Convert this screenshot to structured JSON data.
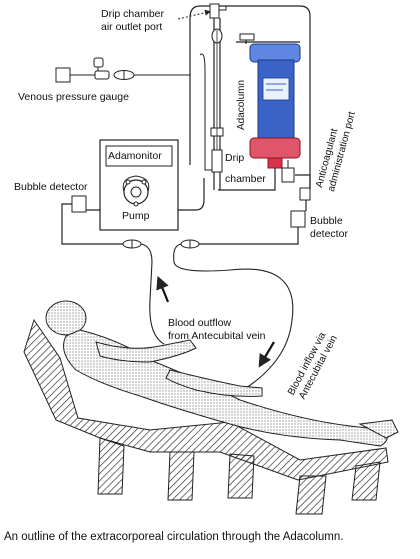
{
  "labels": {
    "drip_chamber_air_outlet": [
      "Drip chamber",
      "air outlet port"
    ],
    "venous_pressure_gauge": "Venous pressure gauge",
    "adamonitor": "Adamonitor",
    "bubble_detector_left": "Bubble detector",
    "pump": "Pump",
    "drip_chamber": [
      "Drip",
      "chamber"
    ],
    "adacolumn": "Adacolumn",
    "anticoagulant_port": [
      "Anticoagulant",
      "administration port"
    ],
    "bubble_detector_right": [
      "Bubble",
      "detector"
    ],
    "blood_outflow": [
      "Blood outflow",
      "from Antecubital vein"
    ],
    "blood_inflow": [
      "Blood inflow via",
      "Antecubital vein"
    ]
  },
  "caption": "An outline of the extracorporeal circulation through the Adacolumn.",
  "colors": {
    "column_blue": "#3a63c8",
    "column_cap_blue": "#5f86e0",
    "column_red": "#d6334a",
    "column_cap_red": "#e0556a",
    "line": "#222222"
  }
}
